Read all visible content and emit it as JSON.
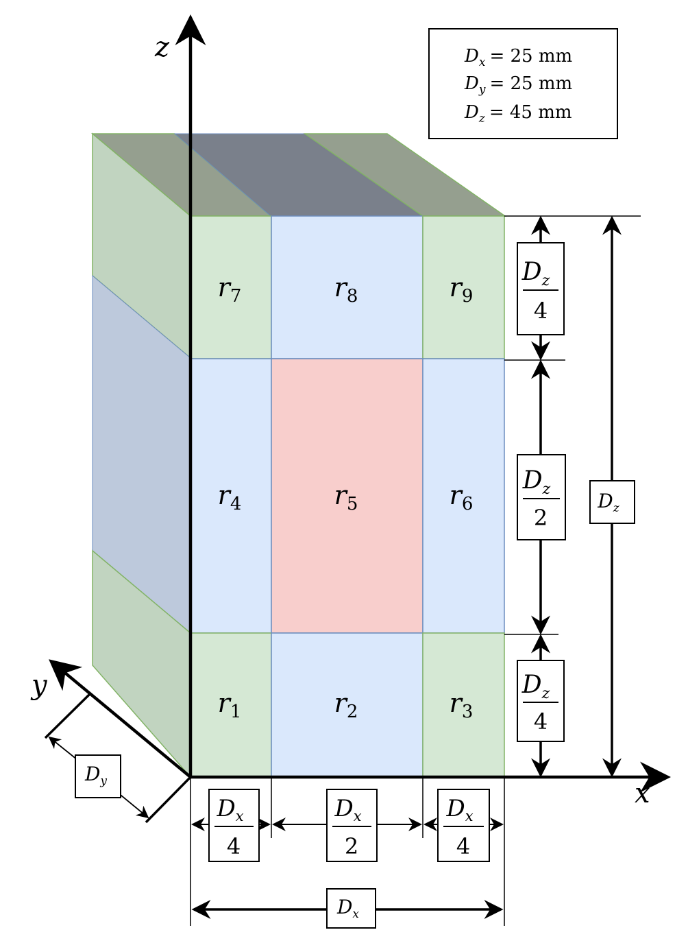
{
  "legend": {
    "dx": {
      "symbol": "D",
      "sub": "x",
      "value": "= 25 mm"
    },
    "dy": {
      "symbol": "D",
      "sub": "y",
      "value": "= 25 mm"
    },
    "dz": {
      "symbol": "D",
      "sub": "z",
      "value": "= 45 mm"
    }
  },
  "axes": {
    "x": "x",
    "y": "y",
    "z": "z"
  },
  "regions": {
    "r1": {
      "letter": "r",
      "index": "1"
    },
    "r2": {
      "letter": "r",
      "index": "2"
    },
    "r3": {
      "letter": "r",
      "index": "3"
    },
    "r4": {
      "letter": "r",
      "index": "4"
    },
    "r5": {
      "letter": "r",
      "index": "5"
    },
    "r6": {
      "letter": "r",
      "index": "6"
    },
    "r7": {
      "letter": "r",
      "index": "7"
    },
    "r8": {
      "letter": "r",
      "index": "8"
    },
    "r9": {
      "letter": "r",
      "index": "9"
    }
  },
  "dimensions": {
    "dz_top": {
      "num": "D",
      "sub": "z",
      "den": "4"
    },
    "dz_mid": {
      "num": "D",
      "sub": "z",
      "den": "2"
    },
    "dz_bot": {
      "num": "D",
      "sub": "z",
      "den": "4"
    },
    "dz_total": {
      "sym": "D",
      "sub": "z"
    },
    "dx_left": {
      "num": "D",
      "sub": "x",
      "den": "4"
    },
    "dx_mid": {
      "num": "D",
      "sub": "x",
      "den": "2"
    },
    "dx_right": {
      "num": "D",
      "sub": "x",
      "den": "4"
    },
    "dx_total": {
      "sym": "D",
      "sub": "x"
    },
    "dy_total": {
      "sym": "D",
      "sub": "y"
    }
  },
  "colors": {
    "green_face": "#d5e8d4",
    "blue_face": "#dae8fc",
    "red_face": "#f8cecc",
    "green_stroke": "#82b366",
    "blue_stroke": "#6c8ebf",
    "top_dark": "#7a808b",
    "top_green": "#959f8f",
    "side_green": "#c1d4c0",
    "side_blue": "#bdc9dc"
  }
}
